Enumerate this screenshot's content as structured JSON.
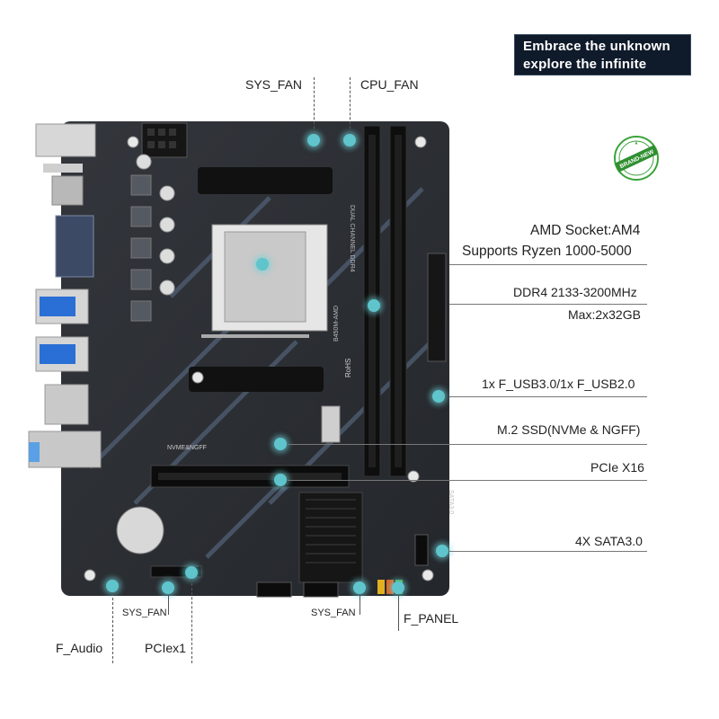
{
  "banner": {
    "line1": "Embrace the unknown",
    "line2": "explore the infinite"
  },
  "seal": {
    "text": "BRAND-NEW"
  },
  "board": {
    "silkscreen_model": "B450M-AMD",
    "silkscreen_nvme": "NVME&NGFF",
    "silkscreen_dual": "DUAL CHANNEL DDR4",
    "silkscreen_sata": "SATA3.0",
    "silkscreen_rohs": "RoHS"
  },
  "labels": {
    "sys_fan_top": "SYS_FAN",
    "cpu_fan": "CPU_FAN",
    "socket_line1": "AMD Socket:AM4",
    "socket_line2": "Supports Ryzen 1000-5000",
    "ddr4_line1": "DDR4 2133-3200MHz",
    "ddr4_line2": "Max:2x32GB",
    "usb": "1x F_USB3.0/1x F_USB2.0",
    "m2": "M.2 SSD(NVMe & NGFF)",
    "pcie16": "PCIe X16",
    "sata": "4X SATA3.0",
    "sys_fan_bottom_left": "SYS_FAN",
    "sys_fan_bottom_right": "SYS_FAN",
    "f_panel": "F_PANEL",
    "f_audio": "F_Audio",
    "pciex1": "PCIex1"
  },
  "colors": {
    "pcb": "#2b2e33",
    "accent_dot": "#5fc4cc",
    "banner_bg": "#0f1a2a"
  }
}
